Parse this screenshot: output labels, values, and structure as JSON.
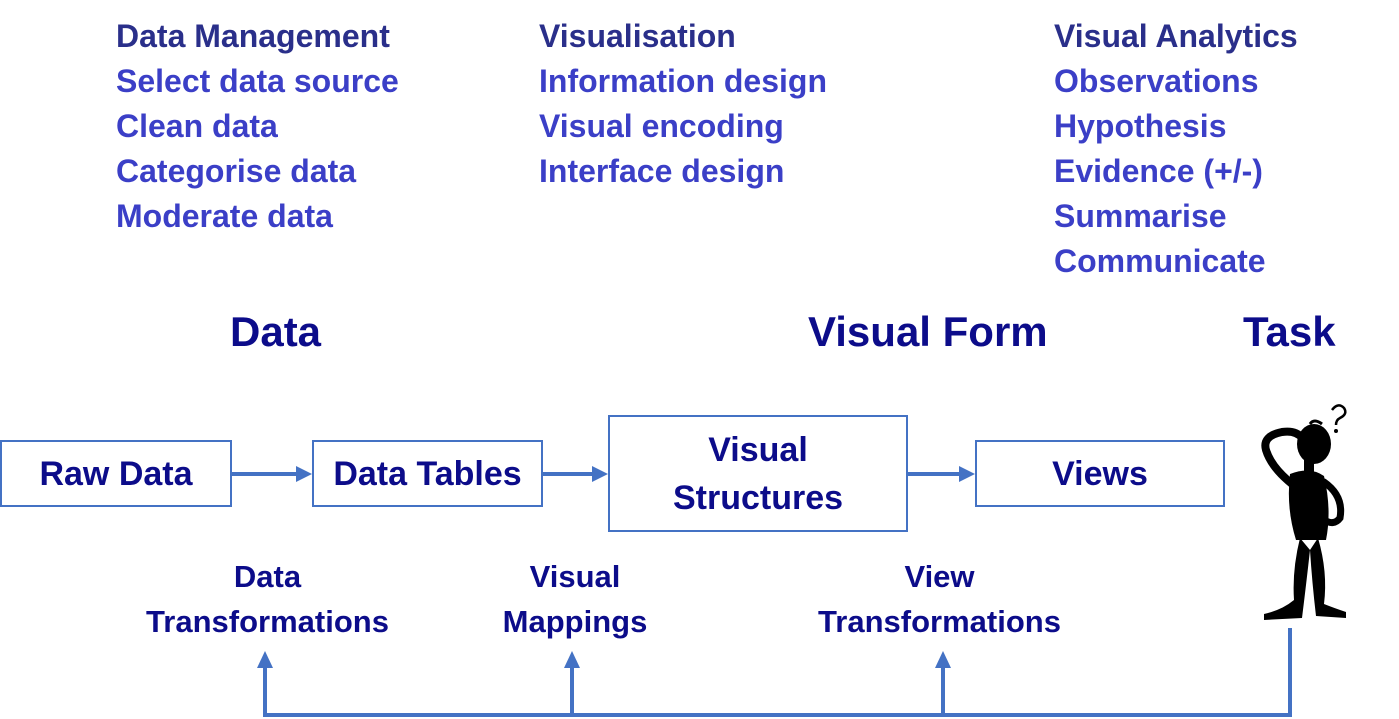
{
  "lists": {
    "data_management": {
      "heading": "Data Management",
      "items": [
        "Select data source",
        "Clean data",
        "Categorise data",
        "Moderate data"
      ]
    },
    "visualisation": {
      "heading": "Visualisation",
      "items": [
        "Information design",
        "Visual encoding",
        "Interface design"
      ]
    },
    "visual_analytics": {
      "heading": "Visual Analytics",
      "items": [
        "Observations",
        "Hypothesis",
        "Evidence (+/-)",
        "Summarise",
        "Communicate"
      ]
    }
  },
  "sections": {
    "data": "Data",
    "visual_form": "Visual Form",
    "task": "Task"
  },
  "boxes": {
    "raw_data": "Raw Data",
    "data_tables": "Data Tables",
    "visual_structures_line1": "Visual",
    "visual_structures_line2": "Structures",
    "views": "Views"
  },
  "transforms": {
    "data_transformations": {
      "line1": "Data",
      "line2": "Transformations"
    },
    "visual_mappings": {
      "line1": "Visual",
      "line2": "Mappings"
    },
    "view_transformations": {
      "line1": "View",
      "line2": "Transformations"
    }
  },
  "colors": {
    "heading": "#2a2f8a",
    "item": "#3b3fc7",
    "label": "#0c0c8a",
    "arrow": "#4472c4"
  }
}
